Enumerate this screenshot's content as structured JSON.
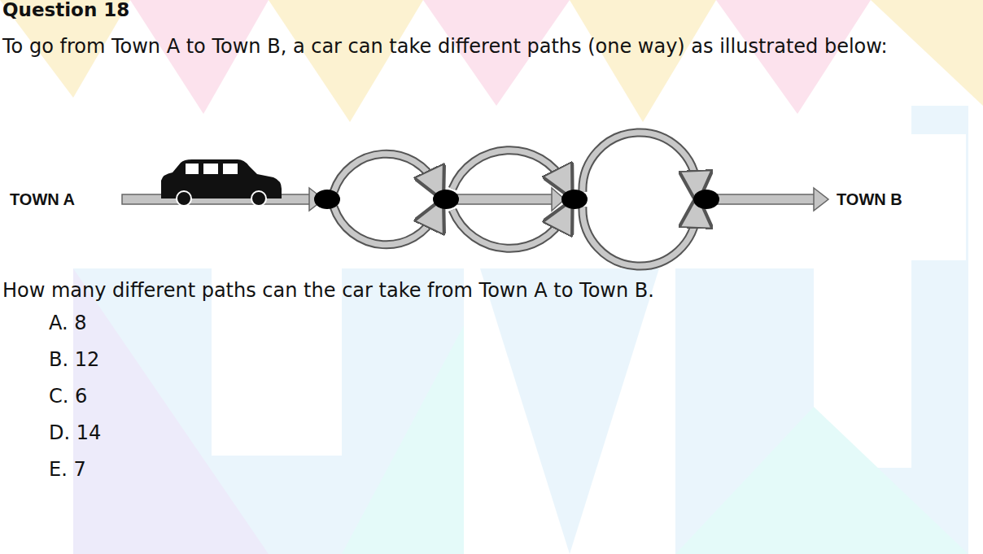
{
  "diagram": {
    "title": "Question 18",
    "labels": [
      "To go from Town A to Town B, a car can take different paths (one way) as illustrated below:",
      "TOWN A",
      "TOWN B",
      "How many different paths can the car take from Town A to Town B.",
      "A. 8",
      "B. 12",
      "C. 6",
      "D. 14",
      "E. 7"
    ]
  }
}
